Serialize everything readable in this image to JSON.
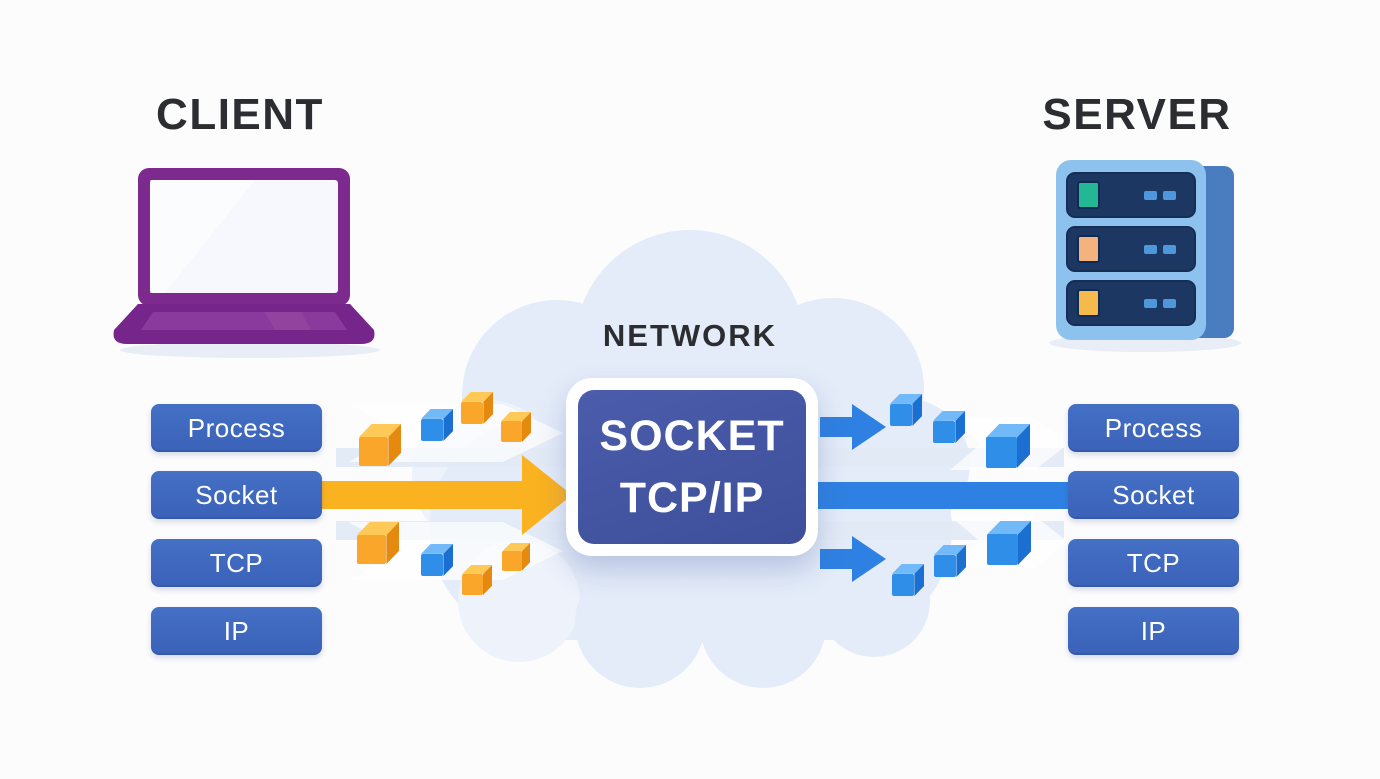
{
  "client": {
    "title": "CLIENT",
    "device_icon": "laptop-icon",
    "stack": [
      "Process",
      "Socket",
      "TCP",
      "IP"
    ]
  },
  "server": {
    "title": "SERVER",
    "device_icon": "server-rack-icon",
    "stack": [
      "Process",
      "Socket",
      "TCP",
      "IP"
    ]
  },
  "network": {
    "label": "NETWORK",
    "box_line1": "SOCKET",
    "box_line2": "TCP/IP"
  },
  "icons": {
    "packet": "packet-cube-icon",
    "send_arrow": "orange-arrow-icon",
    "receive_arrow": "blue-arrow-icon",
    "cloud": "network-cloud-icon"
  },
  "colors": {
    "background": "#fcfcfd",
    "title_text": "#2b2d31",
    "stack_box_blue": "#3d68bd",
    "center_box_indigo": "#44569f",
    "arrow_orange": "#fbb220",
    "arrow_blue": "#2e81e2",
    "cloud_blue": "#e4ecf9",
    "laptop_purple": "#7c2a8d",
    "server_frame_blue": "#8ec2ee",
    "server_slot_navy": "#1d3763",
    "indicator_teal": "#23b795",
    "indicator_peach": "#f4b27e",
    "indicator_amber": "#f6b94b"
  }
}
